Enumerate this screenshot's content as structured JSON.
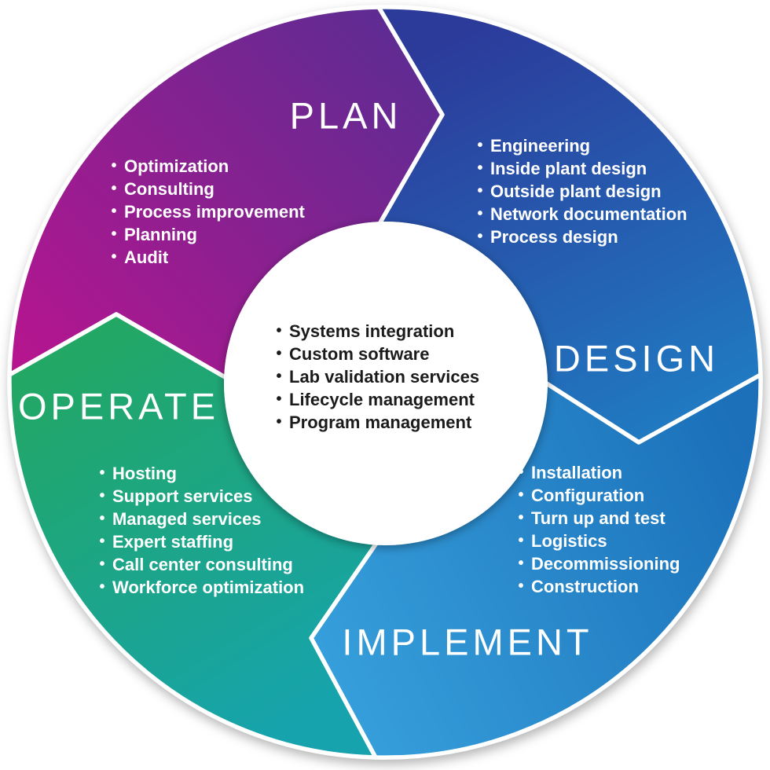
{
  "diagram": {
    "type": "circular-lifecycle",
    "sequence": [
      "PLAN",
      "DESIGN",
      "IMPLEMENT",
      "OPERATE"
    ],
    "flow_direction": "clockwise",
    "plan": {
      "label": "PLAN",
      "items": [
        "Optimization",
        "Consulting",
        "Process improvement",
        "Planning",
        "Audit"
      ]
    },
    "design": {
      "label": "DESIGN",
      "items": [
        "Engineering",
        "Inside plant design",
        "Outside plant design",
        "Network documentation",
        "Process design"
      ]
    },
    "implement": {
      "label": "IMPLEMENT",
      "items": [
        "Installation",
        "Configuration",
        "Turn up and test",
        "Logistics",
        "Decommissioning",
        "Construction"
      ]
    },
    "operate": {
      "label": "OPERATE",
      "items": [
        "Hosting",
        "Support services",
        "Managed services",
        "Expert staffing",
        "Call center consulting",
        "Workforce optimization"
      ]
    },
    "center": {
      "items": [
        "Systems integration",
        "Custom software",
        "Lab validation services",
        "Lifecycle management",
        "Program management"
      ]
    },
    "colors": {
      "plan_gradient_from": "#b5158f",
      "plan_gradient_to": "#5c2c92",
      "design_gradient_from": "#2c3a9a",
      "design_gradient_to": "#1f7ec4",
      "implement_gradient_from": "#369fdb",
      "implement_gradient_to": "#1b70b9",
      "operate_gradient_from": "#22a765",
      "operate_gradient_to": "#16a3ad",
      "separator": "#ffffff",
      "section_text": "#ffffff",
      "center_text": "#1b1b1b",
      "background": "#ffffff"
    }
  }
}
